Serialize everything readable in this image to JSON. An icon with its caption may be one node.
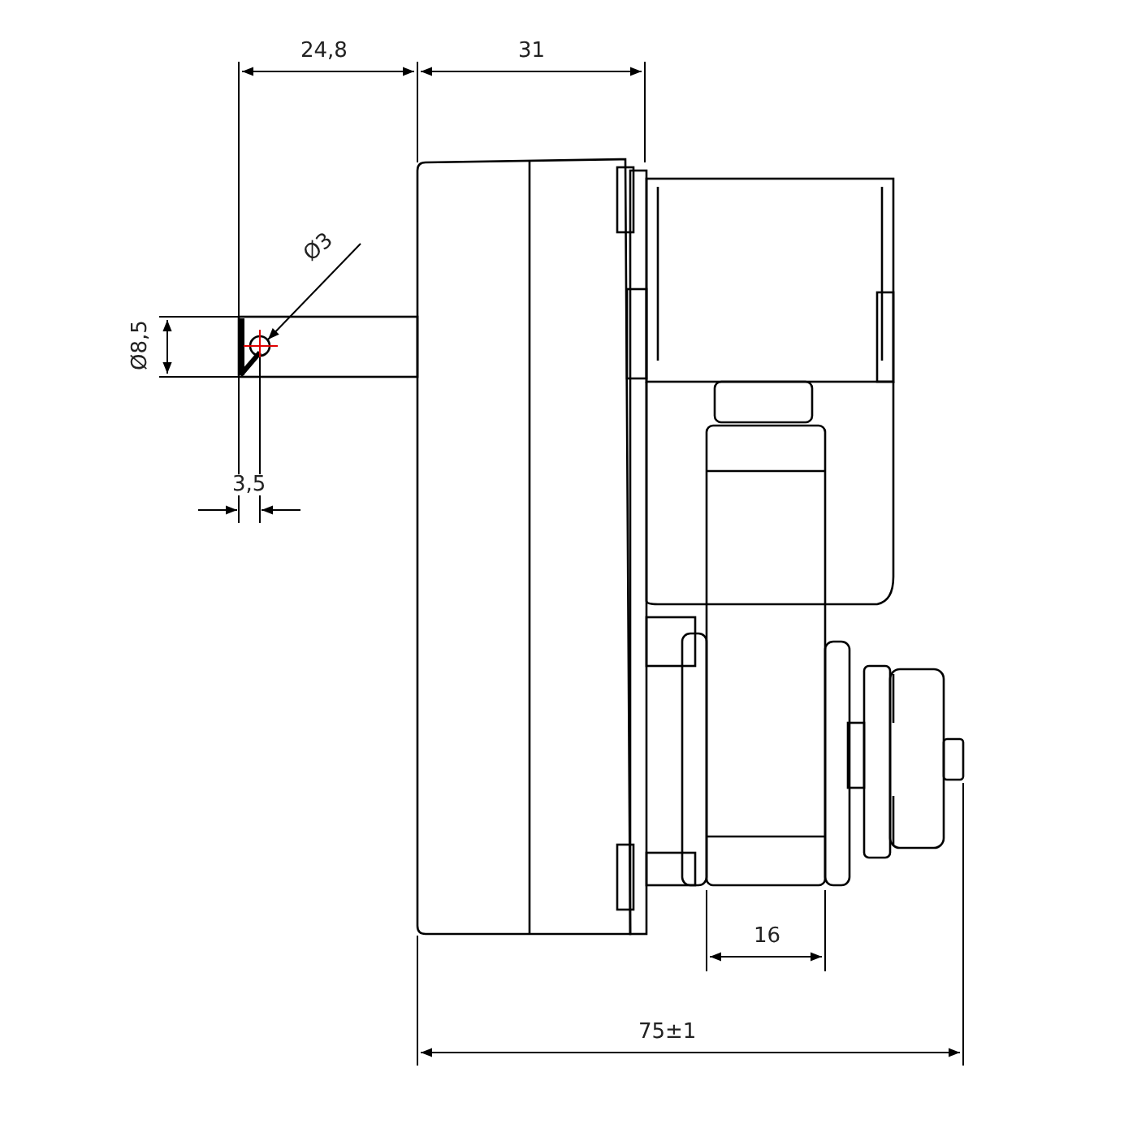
{
  "diagram": {
    "labels": [
      "24,8",
      "31",
      "Ø3",
      "Ø8,5",
      "3,5",
      "16",
      "75±1"
    ]
  }
}
